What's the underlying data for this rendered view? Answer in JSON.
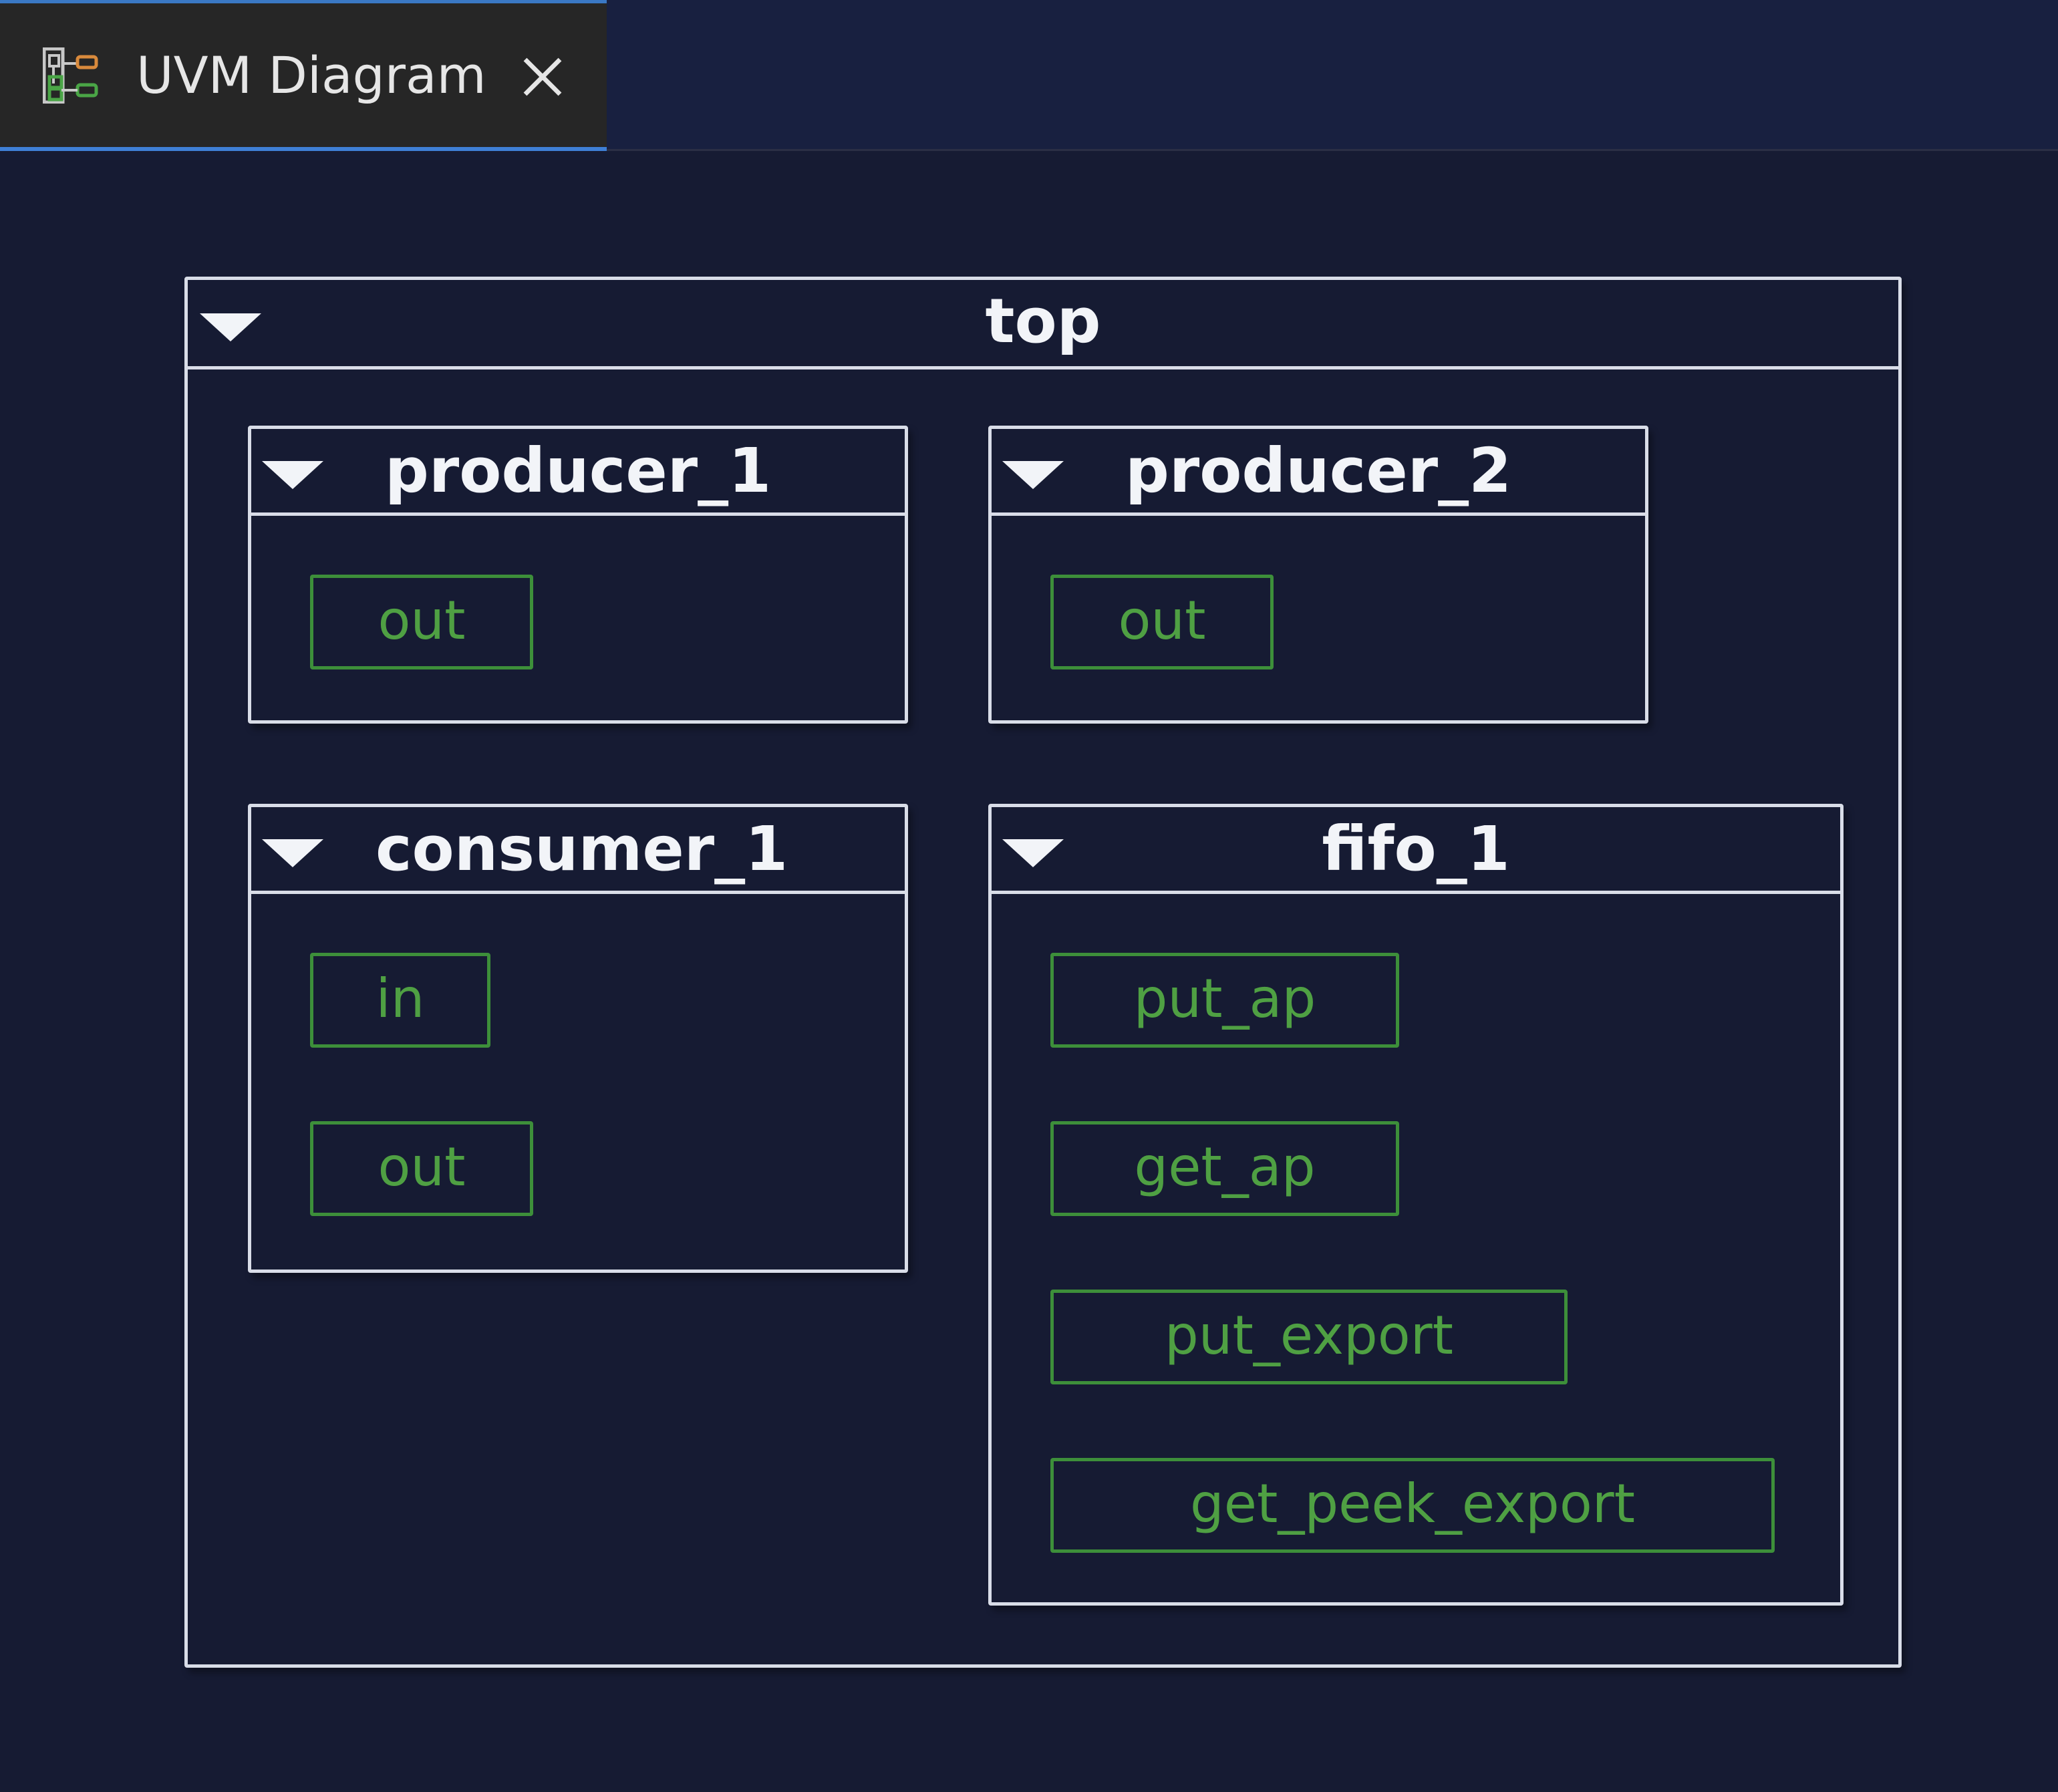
{
  "tab": {
    "title": "UVM Diagram",
    "icon": "diagram-icon",
    "close_icon": "close-icon"
  },
  "colors": {
    "background": "#161b33",
    "tab_active": "#262626",
    "tab_accent": "#3f7fd6",
    "box_border": "#d9dde8",
    "port_border": "#3d8f3a",
    "port_text": "#4fa043"
  },
  "diagram": {
    "top": {
      "label": "top",
      "expanded": true
    },
    "components": [
      {
        "label": "producer_1",
        "expanded": true,
        "ports": [
          "out"
        ]
      },
      {
        "label": "producer_2",
        "expanded": true,
        "ports": [
          "out"
        ]
      },
      {
        "label": "consumer_1",
        "expanded": true,
        "ports": [
          "in",
          "out"
        ]
      },
      {
        "label": "fifo_1",
        "expanded": true,
        "ports": [
          "put_ap",
          "get_ap",
          "put_export",
          "get_peek_export"
        ]
      }
    ]
  }
}
